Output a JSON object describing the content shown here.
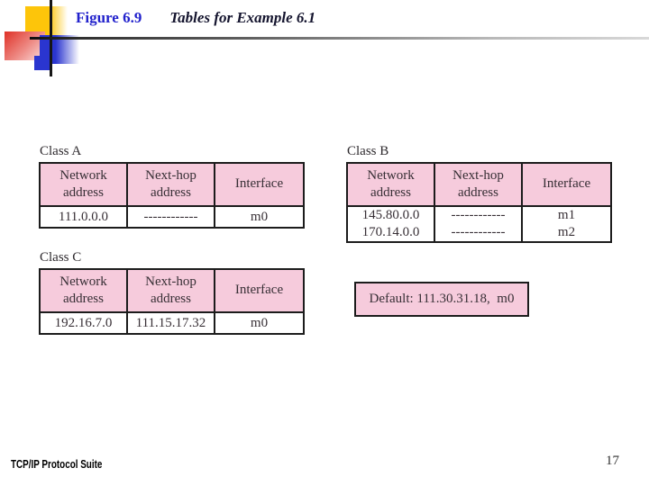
{
  "header": {
    "figure_label": "Figure 6.9",
    "figure_title": "Tables for Example 6.1"
  },
  "tables": [
    {
      "label": "Class A",
      "headers": [
        [
          "Network",
          "address"
        ],
        [
          "Next-hop",
          "address"
        ],
        [
          "Interface"
        ]
      ],
      "rows": [
        [
          "111.0.0.0",
          "------------",
          "m0"
        ]
      ]
    },
    {
      "label": "Class B",
      "headers": [
        [
          "Network",
          "address"
        ],
        [
          "Next-hop",
          "address"
        ],
        [
          "Interface"
        ]
      ],
      "rows": [
        [
          "145.80.0.0",
          "------------",
          "m1"
        ],
        [
          "170.14.0.0",
          "------------",
          "m2"
        ]
      ]
    },
    {
      "label": "Class C",
      "headers": [
        [
          "Network",
          "address"
        ],
        [
          "Next-hop",
          "address"
        ],
        [
          "Interface"
        ]
      ],
      "rows": [
        [
          "192.16.7.0",
          "111.15.17.32",
          "m0"
        ]
      ]
    }
  ],
  "default_box": {
    "text": "Default: 111.30.31.18,  m0"
  },
  "footer": {
    "left": "TCP/IP Protocol Suite",
    "page_number": "17"
  },
  "colors": {
    "accent_pink": "#f6cbdc",
    "figure_label_blue": "#2222cc",
    "figure_title_dark": "#14142e",
    "table_border": "#1c1c1c"
  }
}
